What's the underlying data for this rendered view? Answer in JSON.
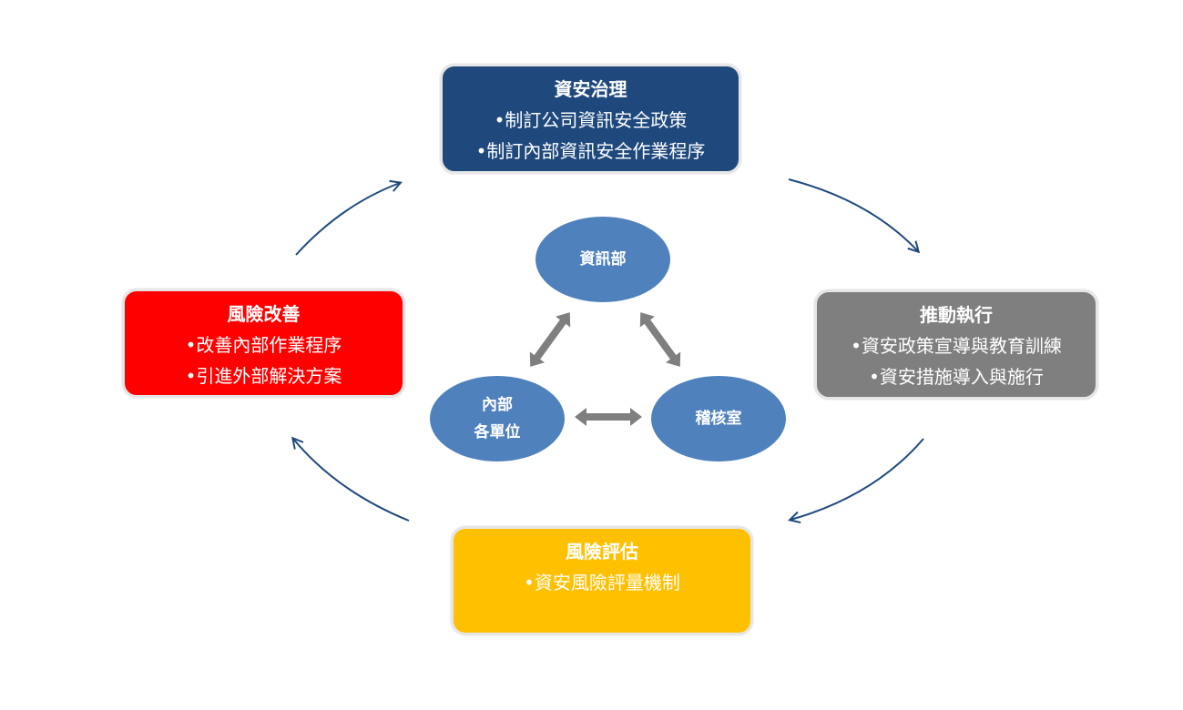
{
  "governance": {
    "title": "資安治理",
    "items": [
      "•制訂公司資訊安全政策",
      "•制訂內部資訊安全作業程序"
    ],
    "color": "#1f497d"
  },
  "execution": {
    "title": "推動執行",
    "items": [
      "•資安政策宣導與教育訓練",
      "•資安措施導入與施行"
    ],
    "color": "#7f7f7f"
  },
  "assessment": {
    "title": "風險評估",
    "items": [
      "•資安風險評量機制"
    ],
    "color": "#ffc000"
  },
  "improvement": {
    "title": "風險改善",
    "items": [
      "•改善內部作業程序",
      "•引進外部解決方案"
    ],
    "color": "#ff0000"
  },
  "center": {
    "it_dept": "資訊部",
    "units_line1": "內部",
    "units_line2": "各單位",
    "audit_office": "稽核室",
    "circle_color": "#4f81bd",
    "arrow_color": "#7f7f7f"
  },
  "cycle_arrow_color": "#1f497d"
}
